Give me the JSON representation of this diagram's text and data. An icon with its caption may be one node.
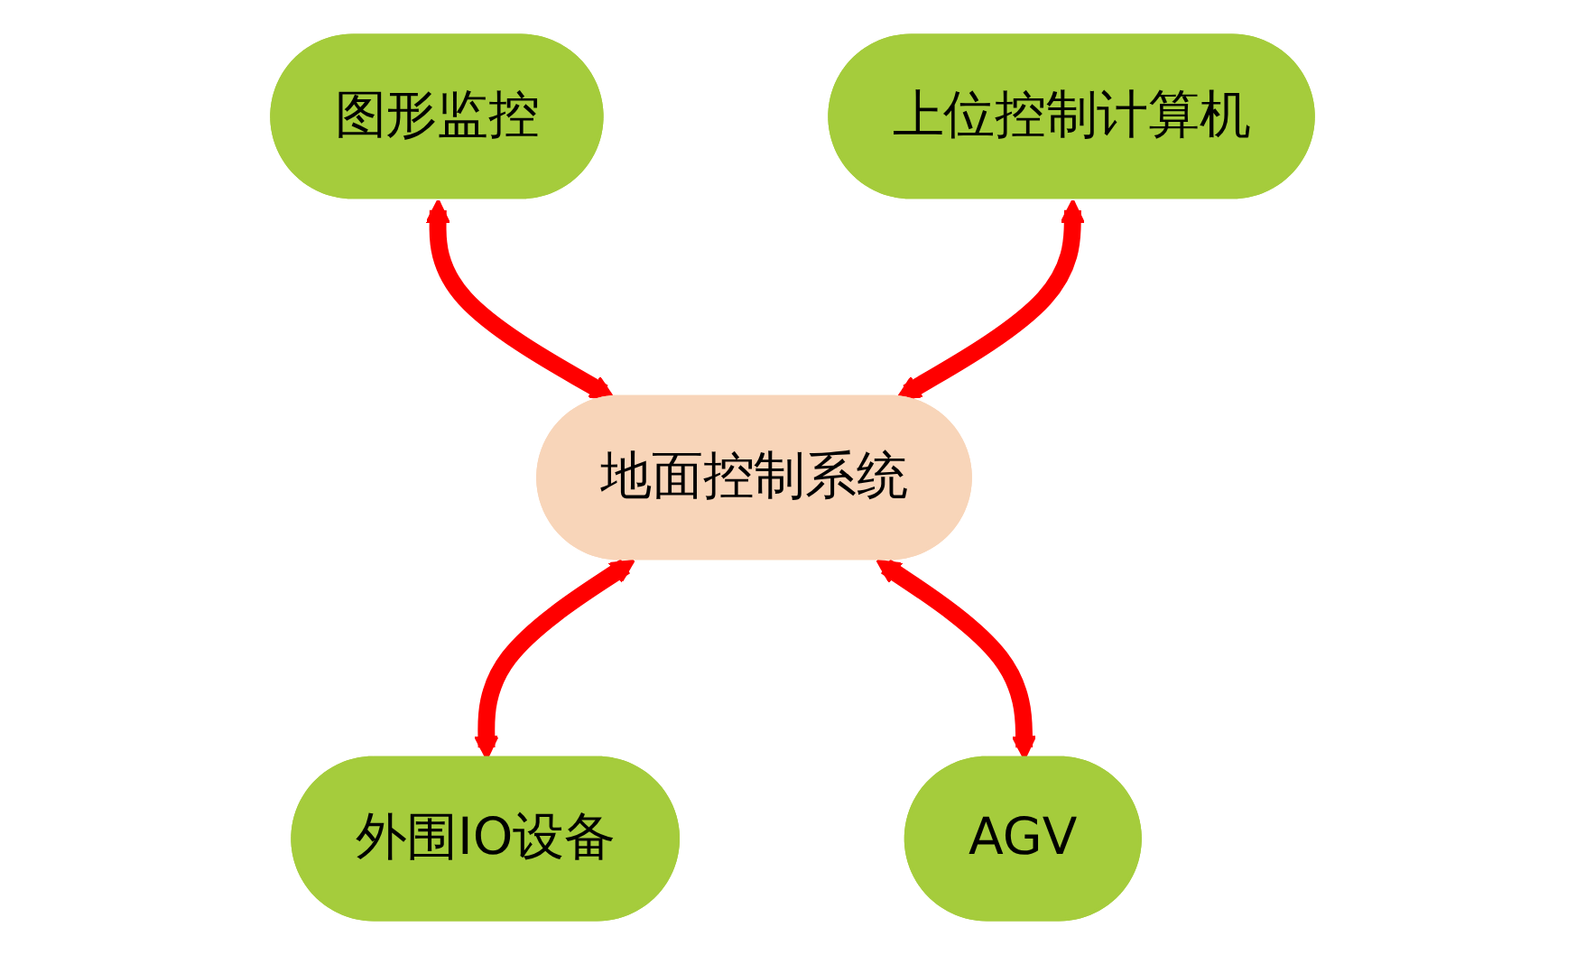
{
  "diagram": {
    "nodes": [
      {
        "text": [
          "图形监控"
        ]
      },
      {
        "text": [
          "上位控制计算机"
        ]
      },
      {
        "text": [
          "地面控制系统"
        ]
      },
      {
        "text": [
          "外围IO设备"
        ]
      },
      {
        "text": [
          "AGV"
        ]
      }
    ],
    "edges": [
      {
        "from": 0,
        "to": 2,
        "arrow": "both"
      },
      {
        "from": 1,
        "to": 2,
        "arrow": "both"
      },
      {
        "from": 2,
        "to": 3,
        "arrow": "both"
      },
      {
        "from": 2,
        "to": 4,
        "arrow": "both"
      }
    ]
  }
}
